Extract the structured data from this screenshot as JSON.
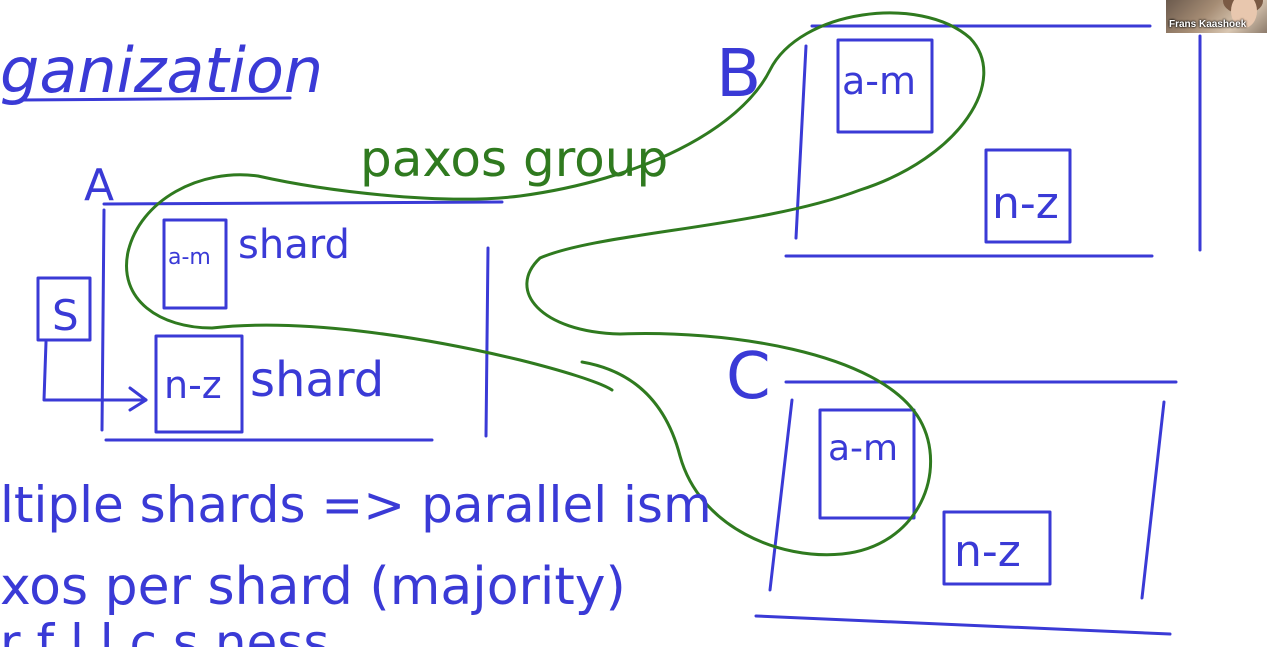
{
  "whiteboard": {
    "title_fragment": "ganization",
    "group_label_A": "A",
    "group_label_B": "B",
    "group_label_C": "C",
    "paxos_label": "paxos group",
    "client_label": "S",
    "shard_a_m_A": "a-m",
    "shard_n_z_A": "n-z",
    "shard_word_1": "shard",
    "shard_word_2": "shard",
    "shard_a_m_B": "a-m",
    "shard_n_z_B": "n-z",
    "shard_a_m_C": "a-m",
    "shard_n_z_C": "n-z",
    "note_line_1": "ltiple shards => parallel ism",
    "note_line_2": "xos per shard (majority)",
    "note_line_3": "r          f          l        l        c        s    ness"
  },
  "participant": {
    "name": "Frans Kaashoek"
  },
  "colors": {
    "ink_blue": "#3a3ad6",
    "ink_green": "#2f7a1f",
    "background": "#ffffff"
  }
}
